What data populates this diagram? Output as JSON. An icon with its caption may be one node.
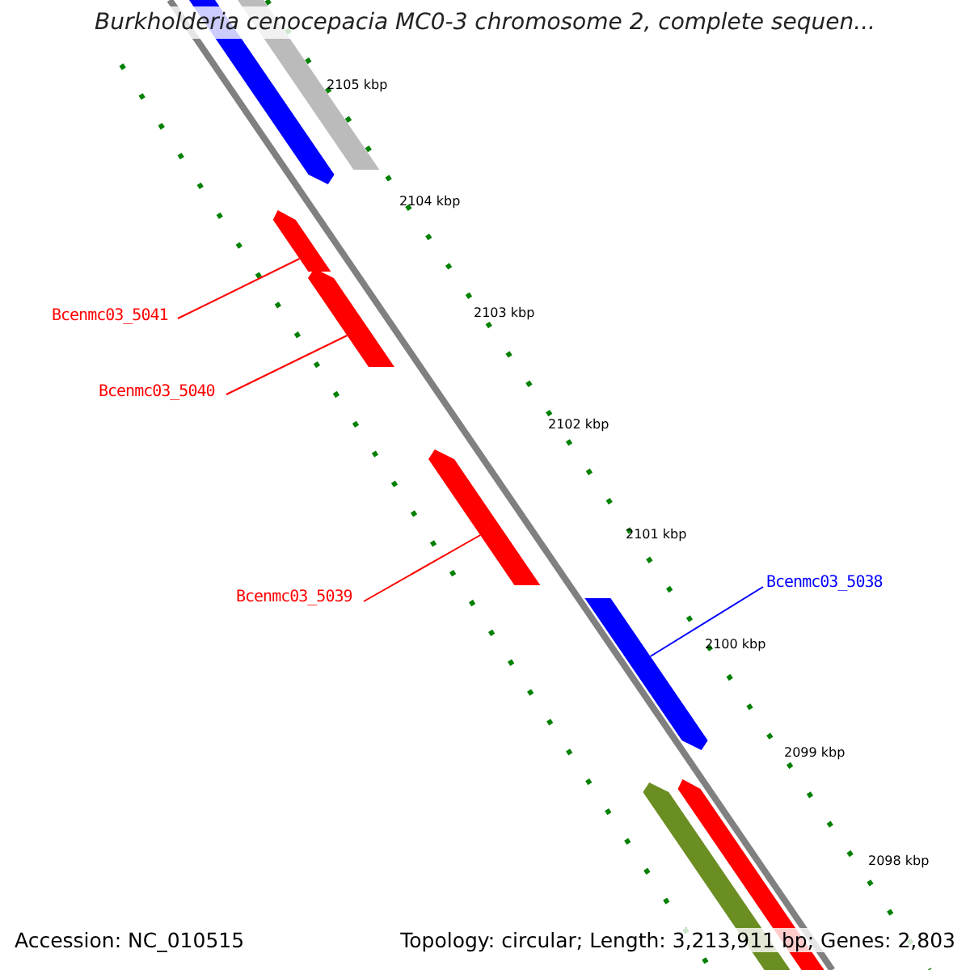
{
  "diagram": {
    "title": "Burkholderia cenocepacia MC0-3 chromosome 2, complete sequen...",
    "nodes": [
      {
        "text": [
          "Bcenmc03_5041"
        ]
      },
      {
        "text": [],
        "shape": "bar"
      },
      {
        "text": [
          "Bcenmc03_5040"
        ]
      },
      {
        "text": [],
        "shape": "bar"
      },
      {
        "text": [
          "Bcenmc03_5039"
        ]
      },
      {
        "text": [],
        "shape": "bar"
      },
      {
        "text": [
          "Bcenmc03_5038"
        ]
      },
      {
        "text": [],
        "shape": "bar"
      }
    ],
    "edges": [
      {
        "from": 0,
        "to": 1,
        "arrow": "none"
      },
      {
        "from": 2,
        "to": 3,
        "arrow": "none"
      },
      {
        "from": 4,
        "to": 5,
        "arrow": "none"
      },
      {
        "from": 6,
        "to": 7,
        "arrow": "none",
        "color": "#0000ff"
      }
    ],
    "labels": [
      "2105 kbp",
      "2104 kbp",
      "2103 kbp",
      "2102 kbp",
      "2101 kbp",
      "2100 kbp",
      "2099 kbp",
      "2098 kbp",
      "Accession: NC_010515",
      "Topology: circular; Length: 3,213,911 bp; Genes: 2,803"
    ]
  }
}
